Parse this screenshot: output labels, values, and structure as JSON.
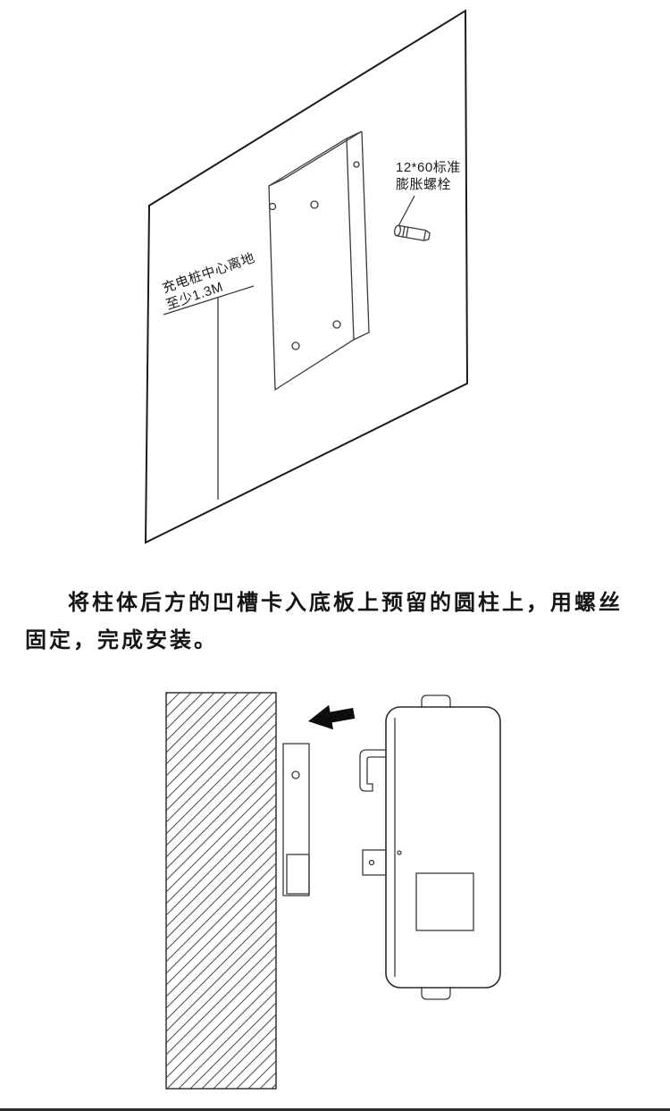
{
  "colors": {
    "background": "#ffffff",
    "line": "#2a2a2a",
    "text": "#151515",
    "arrow": "#0d0d0d"
  },
  "top_diagram": {
    "bolt_label_line1": "12*60标准",
    "bolt_label_line2": "膨胀螺栓",
    "height_label_line1": "充电桩中心离地",
    "height_label_line2": "至少1.3M"
  },
  "instruction": {
    "text": "将柱体后方的凹槽卡入底板上预留的圆柱上，用螺丝固定，完成安装。"
  }
}
